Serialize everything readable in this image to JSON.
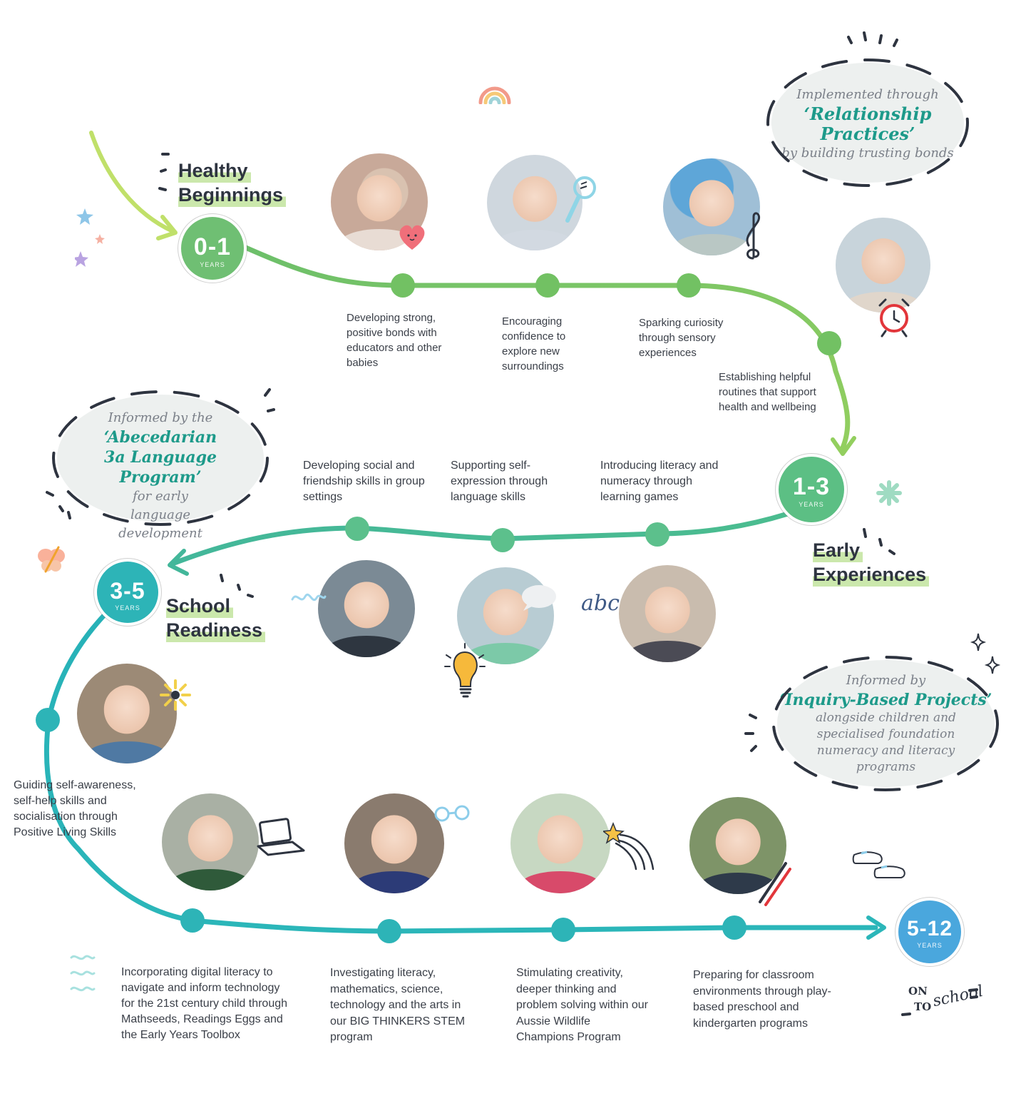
{
  "stages": [
    {
      "label": "0-1",
      "unit": "YEARS",
      "heading": [
        "Healthy",
        "Beginnings"
      ],
      "color": "#6fbf73"
    },
    {
      "label": "1-3",
      "unit": "YEARS",
      "heading": [
        "Early",
        "Experiences"
      ],
      "color": "#5cbf84"
    },
    {
      "label": "3-5",
      "unit": "YEARS",
      "heading": [
        "School",
        "Readiness"
      ],
      "color": "#2db4b7"
    },
    {
      "label": "5-12",
      "unit": "YEARS",
      "heading": [],
      "color": "#4aa7dd"
    }
  ],
  "milestones": {
    "bonds": "Developing strong, positive bonds with educators and other babies",
    "confidence": "Encouraging confidence to explore new surroundings",
    "curiosity": "Sparking curiosity through sensory experiences",
    "routines": "Establishing helpful routines that support health and wellbeing",
    "social": "Developing social and friendship skills in group settings",
    "expression": "Supporting self-expression through language skills",
    "literacy_games": "Introducing literacy and numeracy through learning games",
    "self_awareness": "Guiding self-awareness, self-help skills and socialisation through Positive Living Skills",
    "digital": "Incorporating digital literacy to navigate and inform technology for the 21st century child through Mathseeds, Readings Eggs and the Early Years Toolbox",
    "stem": "Investigating literacy, mathematics, science, technology and the arts in our BIG THINKERS STEM program",
    "creativity": "Stimulating creativity, deeper thinking and problem solving within our Aussie Wildlife Champions Program",
    "classroom": "Preparing for classroom environments through play-based preschool and kindergarten programs"
  },
  "callouts": {
    "relationship": {
      "pre": "Implemented through",
      "highlight": "‘Relationship Practices’",
      "post": "by building trusting bonds"
    },
    "abecedarian": {
      "pre": "Informed by the",
      "highlight": "‘Abecedarian 3a Language Program’",
      "post": "for early language development"
    },
    "inquiry": {
      "pre": "Informed by",
      "highlight": "‘Inquiry-Based Projects’",
      "post": "alongside children and specialised foundation numeracy and literacy programs"
    }
  },
  "on_to_school": {
    "on": "ON",
    "to": "TO",
    "school": "school"
  },
  "decor": {
    "abc": "abc",
    "path_green": "#8cc863",
    "path_teal": "#2bb6b9",
    "node_green": "#72c163",
    "node_teal": "#2db4b7"
  }
}
